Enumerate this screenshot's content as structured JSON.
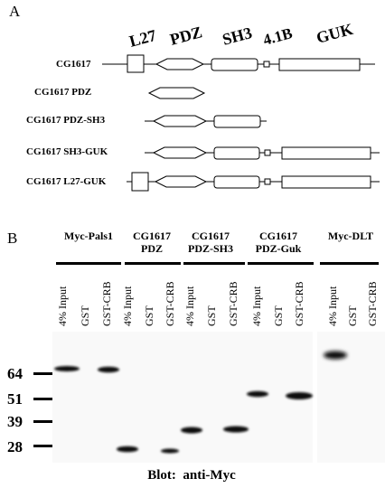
{
  "panel_a": {
    "letter": "A",
    "domain_headers": [
      "L27",
      "PDZ",
      "SH3",
      "4.1B",
      "GUK"
    ],
    "constructs": [
      {
        "label": "CG1617",
        "domains": [
          "L27",
          "PDZ",
          "SH3",
          "4.1B",
          "GUK"
        ]
      },
      {
        "label": "CG1617 PDZ",
        "domains": [
          "PDZ"
        ]
      },
      {
        "label": "CG1617 PDZ-SH3",
        "domains": [
          "PDZ",
          "SH3"
        ]
      },
      {
        "label": "CG1617 SH3-GUK",
        "domains": [
          "PDZ",
          "SH3",
          "4.1B",
          "GUK"
        ]
      },
      {
        "label": "CG1617 L27-GUK",
        "domains": [
          "L27",
          "PDZ",
          "SH3",
          "4.1B",
          "GUK"
        ]
      }
    ]
  },
  "panel_b": {
    "letter": "B",
    "groups": [
      {
        "line1": "Myc-Pals1",
        "line2": ""
      },
      {
        "line1": "CG1617",
        "line2": "PDZ"
      },
      {
        "line1": "CG1617",
        "line2": "PDZ-SH3"
      },
      {
        "line1": "CG1617",
        "line2": "PDZ-Guk"
      },
      {
        "line1": "Myc-DLT",
        "line2": ""
      }
    ],
    "lane_labels": [
      "4% Input",
      "GST",
      "GST-CRB"
    ],
    "mw_markers": [
      "64",
      "51",
      "39",
      "28"
    ],
    "blot_caption": "Blot:  anti-Myc"
  }
}
